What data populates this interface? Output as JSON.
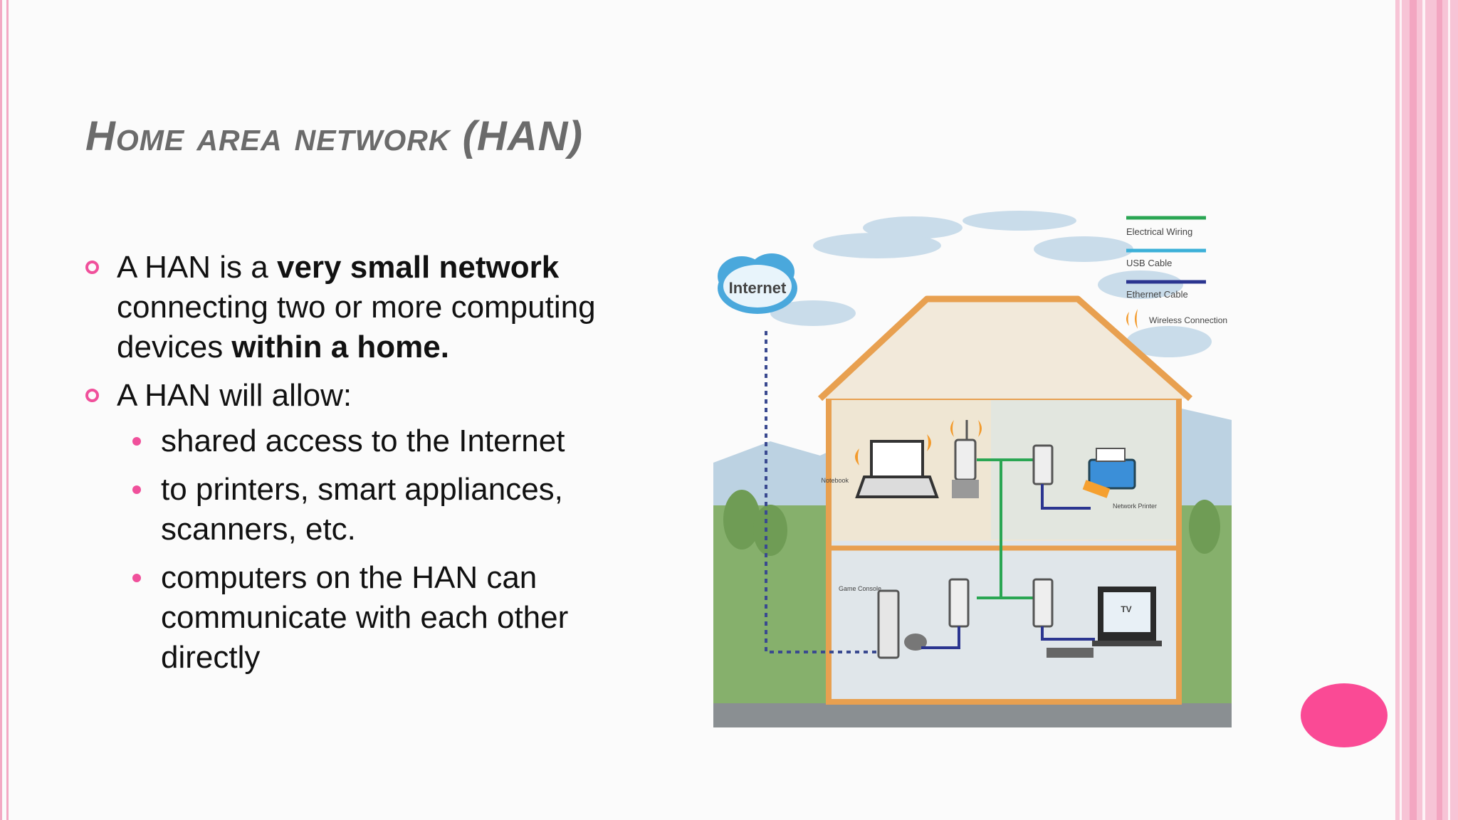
{
  "slide": {
    "title": "Home area network (HAN)",
    "bullets": [
      {
        "parts": [
          {
            "text": "A HAN is a ",
            "bold": false
          },
          {
            "text": "very small network",
            "bold": true
          },
          {
            "text": " connecting two or more computing devices ",
            "bold": false
          },
          {
            "text": "within a home.",
            "bold": true
          }
        ]
      },
      {
        "text": "A HAN will allow:",
        "sub": [
          "shared access to the Internet",
          "to printers, smart appliances, scanners, etc.",
          "computers on the HAN can communicate with each other directly"
        ]
      }
    ]
  },
  "figure": {
    "cloud_label": "Internet",
    "legend": [
      "Electrical Wiring",
      "USB Cable",
      "Ethernet Cable",
      "Wireless Connection"
    ],
    "legend_colors": [
      "#2aa653",
      "#3cb0d8",
      "#2b3590",
      "#f39a2b"
    ],
    "device_labels": {
      "notebook": "Notebook",
      "network_printer": "Network Printer",
      "game_console": "Game Console",
      "tv": "TV"
    }
  },
  "colors": {
    "accent": "#f0509b",
    "title": "#6b6b6b",
    "oval": "#fa4a95",
    "house_frame": "#e8a050"
  }
}
